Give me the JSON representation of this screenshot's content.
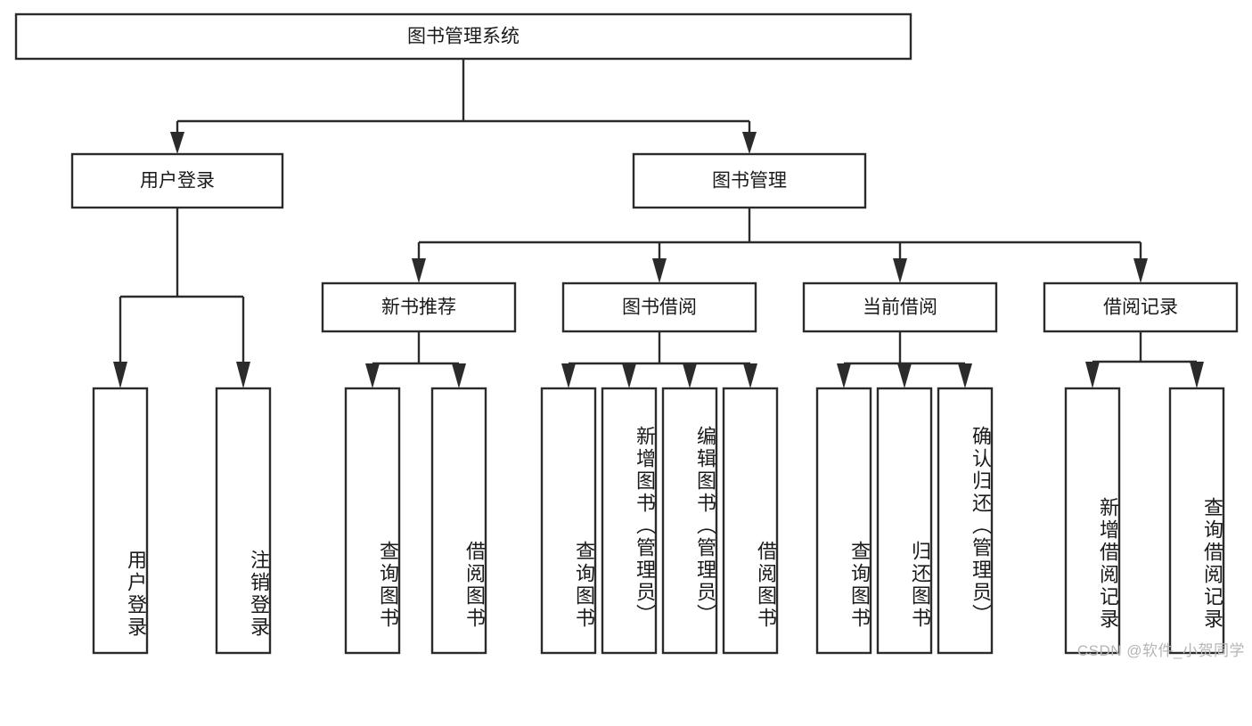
{
  "diagram": {
    "title": "图书管理系统",
    "type": "hierarchy-tree",
    "root": {
      "label": "图书管理系统"
    },
    "level2": [
      {
        "label": "用户登录"
      },
      {
        "label": "图书管理"
      }
    ],
    "level3": [
      {
        "label": "新书推荐"
      },
      {
        "label": "图书借阅"
      },
      {
        "label": "当前借阅"
      },
      {
        "label": "借阅记录"
      }
    ],
    "leaves": {
      "user_login": [
        {
          "label": "用户登录"
        },
        {
          "label": "注销登录"
        }
      ],
      "new_book_recommend": [
        {
          "label": "查询图书"
        },
        {
          "label": "借阅图书"
        }
      ],
      "book_borrow": [
        {
          "label": "查询图书"
        },
        {
          "label": "新增图书（管理员）"
        },
        {
          "label": "编辑图书（管理员）"
        },
        {
          "label": "借阅图书"
        }
      ],
      "current_borrow": [
        {
          "label": "查询图书"
        },
        {
          "label": "归还图书"
        },
        {
          "label": "确认归还（管理员）"
        }
      ],
      "borrow_record": [
        {
          "label": "新增借阅记录"
        },
        {
          "label": "查询借阅记录"
        }
      ]
    }
  },
  "watermark": {
    "text": "CSDN @软件_小贺同学"
  },
  "colors": {
    "stroke": "#2b2b2b",
    "fill": "#ffffff",
    "text": "#1a1a1a",
    "watermark": "#b5b5b5"
  }
}
